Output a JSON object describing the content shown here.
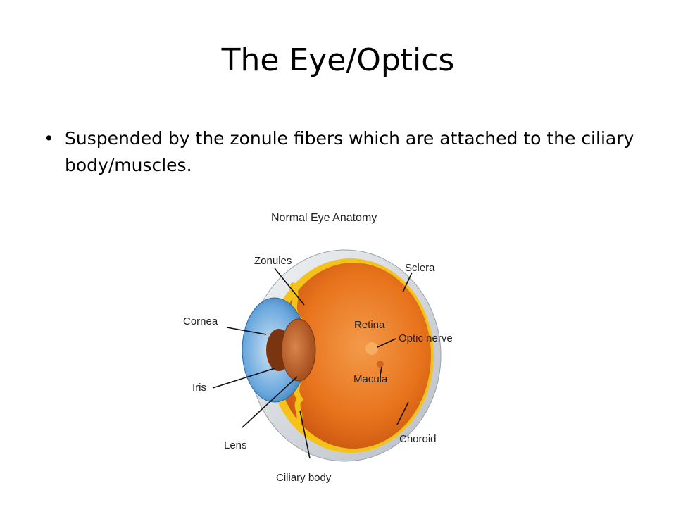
{
  "slide": {
    "title": "The Eye/Optics",
    "bullets": [
      {
        "text": "Suspended by the zonule fibers which are attached to the ciliary body/muscles."
      }
    ]
  },
  "diagram": {
    "heading": "Normal Eye Anatomy",
    "labels": {
      "zonules": "Zonules",
      "sclera": "Sclera",
      "cornea": "Cornea",
      "retina": "Retina",
      "optic_nerve": "Optic nerve",
      "macula": "Macula",
      "iris": "Iris",
      "lens": "Lens",
      "choroid": "Choroid",
      "ciliary_body": "Ciliary body"
    },
    "colors": {
      "eyeball": "#e8731c",
      "eyeball_dark": "#c24f0e",
      "choroid": "#f5c21a",
      "sclera": "#d9dde2",
      "cornea": "#6aa8dd",
      "lens": "#b5541e"
    }
  }
}
